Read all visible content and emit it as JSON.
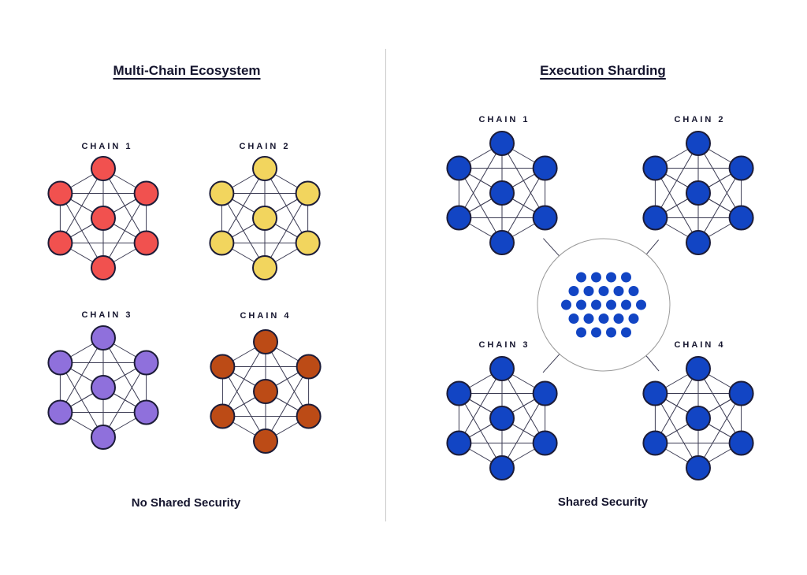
{
  "left": {
    "title": "Multi-Chain Ecosystem",
    "footer": "No Shared Security",
    "chains": [
      {
        "label": "CHAIN 1",
        "color": "#F1514F"
      },
      {
        "label": "CHAIN 2",
        "color": "#F2D55E"
      },
      {
        "label": "CHAIN 3",
        "color": "#8F70DC"
      },
      {
        "label": "CHAIN 4",
        "color": "#BC4B16"
      }
    ]
  },
  "right": {
    "title": "Execution Sharding",
    "footer": "Shared Security",
    "chain_color": "#1245C4",
    "chains": [
      {
        "label": "CHAIN 1"
      },
      {
        "label": "CHAIN 2"
      },
      {
        "label": "CHAIN 3"
      },
      {
        "label": "CHAIN 4"
      }
    ],
    "hub": {
      "dot_color": "#1245C4",
      "dot_rows": [
        4,
        5,
        6,
        5,
        4
      ],
      "circle_stroke": "#9B9B9B"
    }
  },
  "style": {
    "node_stroke": "#1C1C38",
    "edge_color": "#3A3A52",
    "text_color": "#15152E",
    "divider_color": "#C9C9C9",
    "background": "#FFFFFF"
  }
}
